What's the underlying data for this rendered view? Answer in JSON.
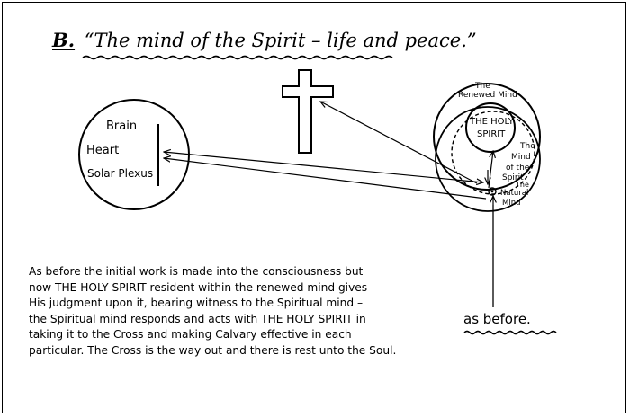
{
  "title": {
    "letter": "B.",
    "text": "“The mind of the Spirit – life and peace.”"
  },
  "body_labels": {
    "brain": "Brain",
    "heart": "Heart",
    "solar_plexus": "Solar Plexus"
  },
  "mind_labels": {
    "renewed_mind": [
      "The",
      "Renewed Mind"
    ],
    "holy_spirit": [
      "THE HOLY",
      "SPIRIT"
    ],
    "mind_of_spirit": [
      "The",
      "Mind",
      "of the",
      "Spirit"
    ],
    "natural_mind": [
      "The",
      "Natural",
      "Mind"
    ]
  },
  "description_lines": [
    "As before the initial work is made into the consciousness but",
    "now THE HOLY SPIRIT resident within the renewed mind gives",
    "His judgment upon it, bearing witness to the Spiritual mind –",
    "the Spiritual mind responds and acts with THE HOLY SPIRIT in",
    "taking it to the Cross and making Calvary effective in each",
    "particular. The Cross is the way out and there is rest unto the Soul."
  ],
  "as_before": "as before."
}
